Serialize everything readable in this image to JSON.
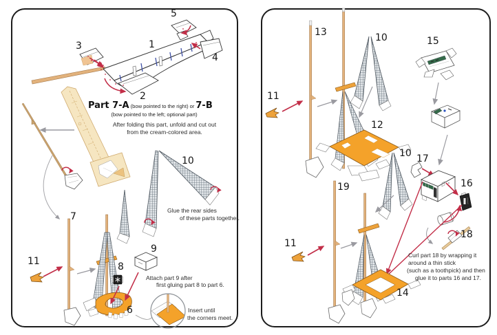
{
  "left_panel": {
    "part_labels": {
      "p1": "1",
      "p2": "2",
      "p3": "3",
      "p4": "4",
      "p5": "5",
      "p6": "6",
      "p7": "7",
      "p8": "8",
      "p9": "9",
      "p10": "10",
      "p11": "11"
    },
    "heading": {
      "bold_a": "Part 7-A",
      "small_a": "(bow pointed to the right)",
      "conj": "or",
      "bold_b": "7-B",
      "small_b": "(bow pointed to the left; optional part)"
    },
    "fold_note": [
      "After folding this part, unfold and cut out",
      "from the cream-colored area."
    ],
    "glue_note": [
      "Glue the rear sides",
      "of these parts together."
    ],
    "attach_note": [
      "Attach part 9 after",
      "first gluing part 8 to part 6."
    ],
    "insert_note": [
      "Insert until",
      "the corners meet."
    ]
  },
  "right_panel": {
    "part_labels": {
      "p10_top": "10",
      "p10_mid": "10",
      "p11_top": "11",
      "p11_bottom": "11",
      "p12": "12",
      "p13": "13",
      "p14": "14",
      "p15": "15",
      "p16": "16",
      "p17": "17",
      "p18": "18",
      "p19": "19"
    },
    "curl_note": [
      "Curl part 18 by wrapping it",
      "around a thin stick",
      "(such as a toothpick) and then",
      "glue it to parts 16 and 17."
    ]
  },
  "colors": {
    "accent_red": "#c22e48",
    "arrow_gray": "#9a9aa0",
    "wood_tan": "#e2b27c",
    "deck_orange": "#f4a22a",
    "flag_yellow": "#eda23b",
    "lattice_gray": "#5a6670",
    "cream": "#f6e6c1"
  }
}
